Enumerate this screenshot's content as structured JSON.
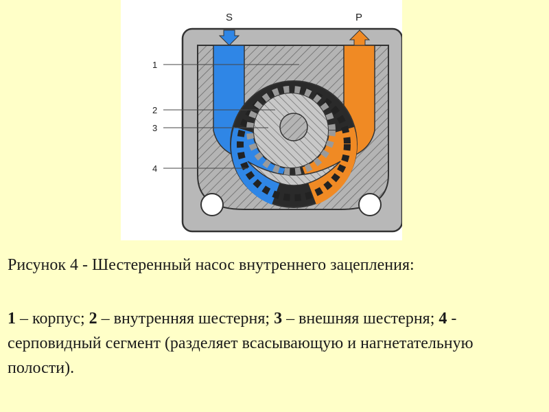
{
  "figure": {
    "port_labels": {
      "suction": "S",
      "pressure": "P"
    },
    "part_labels": [
      "1",
      "2",
      "3",
      "4"
    ],
    "colors": {
      "suction": "#2f86e6",
      "pressure": "#f08a24",
      "housing": "#b4b4b4",
      "hatch": "#6a6a6a",
      "outline": "#333333"
    }
  },
  "caption": {
    "title": "Рисунок 4 - Шестеренный насос внутреннего зацепления:",
    "legend": [
      {
        "num": "1",
        "sep": " – ",
        "text": "корпус; "
      },
      {
        "num": "2",
        "sep": " – ",
        "text": "внутренняя шестерня; "
      },
      {
        "num": "3",
        "sep": " – ",
        "text": "внешняя шестерня; "
      },
      {
        "num": "4",
        "sep": " - ",
        "text": "серповидный сегмент (разделяет всасывающую и нагнетательную полости)."
      }
    ]
  }
}
